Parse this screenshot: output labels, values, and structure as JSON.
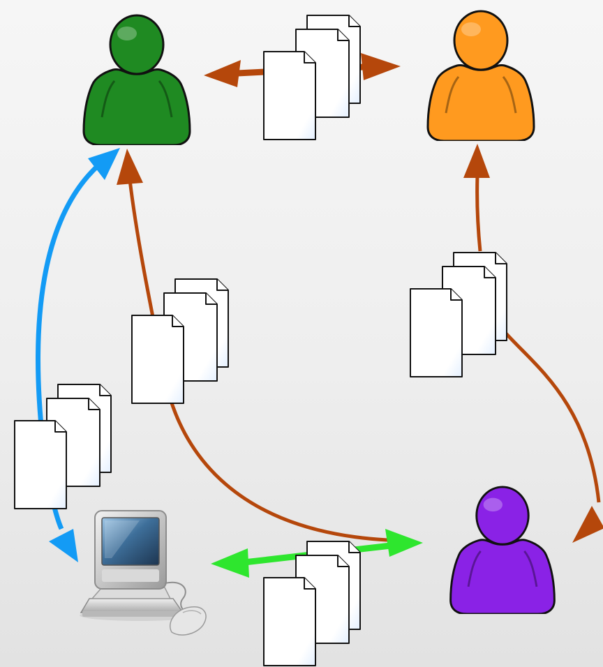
{
  "colors": {
    "document_flow": "#b5470b",
    "computer_link": "#139bf5",
    "peer_link": "#2ee62e",
    "person_green": "#1f8a22",
    "person_orange": "#ff9a1f",
    "person_purple": "#8a22e6"
  },
  "nodes": {
    "person_green": {
      "icon": "person-icon",
      "color_name": "green"
    },
    "person_orange": {
      "icon": "person-icon",
      "color_name": "orange"
    },
    "person_purple": {
      "icon": "person-icon",
      "color_name": "purple"
    },
    "computer": {
      "icon": "desktop-computer-icon"
    }
  },
  "connections": [
    {
      "from": "person_green",
      "to": "person_orange",
      "bidirectional": true,
      "color": "document_flow",
      "documents": 3
    },
    {
      "from": "person_purple",
      "to": "person_green",
      "bidirectional": false,
      "color": "document_flow",
      "documents": 3
    },
    {
      "from": "person_purple",
      "to": "person_orange",
      "bidirectional": true,
      "color": "document_flow",
      "documents": 3
    },
    {
      "from": "person_green",
      "to": "computer",
      "bidirectional": true,
      "color": "computer_link",
      "documents": 3
    },
    {
      "from": "computer",
      "to": "person_purple",
      "bidirectional": true,
      "color": "peer_link",
      "documents": 3
    }
  ]
}
